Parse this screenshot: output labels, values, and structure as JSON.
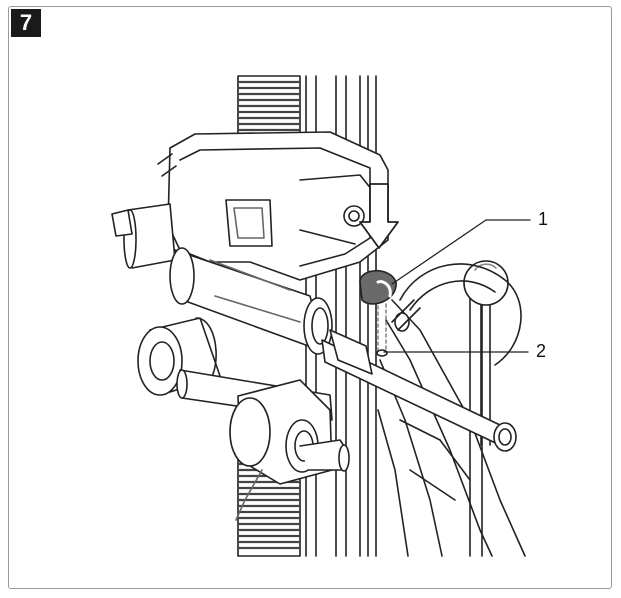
{
  "figure": {
    "step_number": "7",
    "callouts": [
      {
        "id": "1",
        "label": "1"
      },
      {
        "id": "2",
        "label": "2"
      }
    ]
  },
  "colors": {
    "line": "#222222",
    "shade": "#cfcfcf",
    "dark_part": "#5a5a5a"
  }
}
